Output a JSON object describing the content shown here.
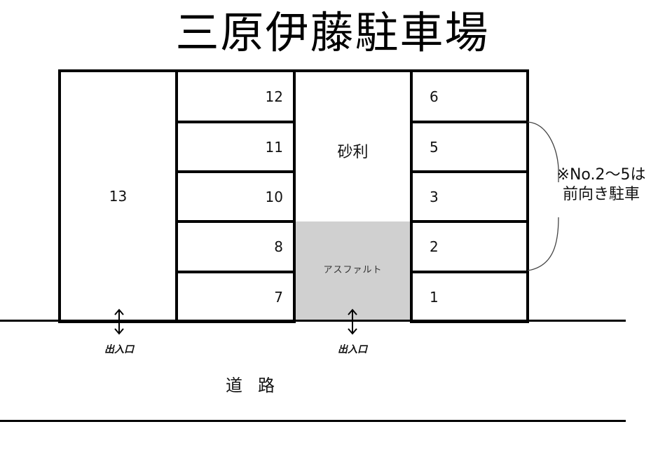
{
  "title": "三原伊藤駐車場",
  "spaces": {
    "s1": "1",
    "s2": "2",
    "s3": "3",
    "s5": "5",
    "s6": "6",
    "s7": "7",
    "s8": "8",
    "s10": "10",
    "s11": "11",
    "s12": "12",
    "s13": "13"
  },
  "surfaces": {
    "gravel": "砂利",
    "asphalt": "アスファルト"
  },
  "entrances": {
    "left": "出入口",
    "center": "出入口"
  },
  "road": "道路",
  "note": {
    "line1": "※No.2〜5は",
    "line2": "前向き駐車"
  },
  "colors": {
    "line": "#000000",
    "asphalt": "#d0d0d0",
    "background": "#ffffff"
  }
}
